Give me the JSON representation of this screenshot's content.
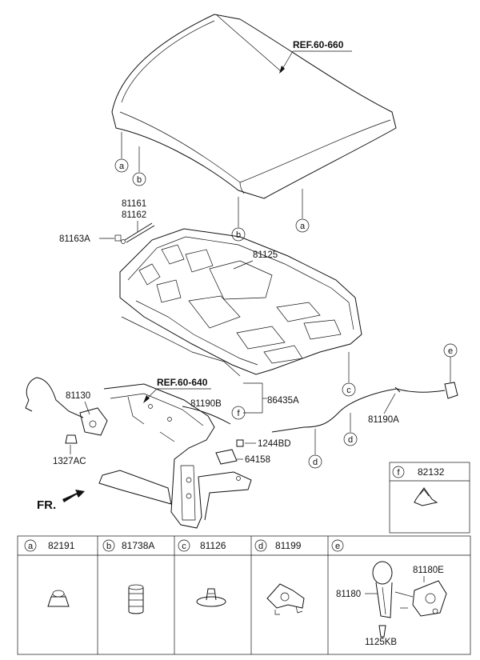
{
  "refs": {
    "hood_ref": "REF.60-660",
    "frame_ref": "REF.60-640"
  },
  "callouts": {
    "hood_rubber_left_top": "a",
    "hood_bumper_left": "b",
    "hood_bumper_center": "b",
    "hood_rubber_right": "a",
    "insulator_clip": "c",
    "cable_clip_lower": "d",
    "cable_clip_upper": "d",
    "latch_release": "e",
    "seal_clip": "f"
  },
  "part_numbers": {
    "lift_81161": "81161",
    "lift_81162": "81162",
    "bracket_81163A": "81163A",
    "insulator": "81125",
    "latch": "81130",
    "cable_lower": "81190B",
    "cable_upper": "81190A",
    "clip_86435A": "86435A",
    "bolt_1244BD": "1244BD",
    "bracket_64158": "64158",
    "nut_1327AC": "1327AC"
  },
  "direction_label": "FR.",
  "legend": {
    "f": {
      "letter": "f",
      "part": "82132"
    },
    "cells": [
      {
        "letter": "a",
        "part": "82191",
        "icon": "rubber-stopper-icon"
      },
      {
        "letter": "b",
        "part": "81738A",
        "icon": "bumper-stack-icon"
      },
      {
        "letter": "c",
        "part": "81126",
        "icon": "push-clip-icon"
      },
      {
        "letter": "d",
        "part": "81199",
        "icon": "cable-clip-icon"
      },
      {
        "letter": "e",
        "part": "",
        "icon": "latch-release-icon"
      }
    ],
    "e_parts": {
      "handle": "81180",
      "lever": "81180E",
      "screw": "1125KB"
    }
  }
}
